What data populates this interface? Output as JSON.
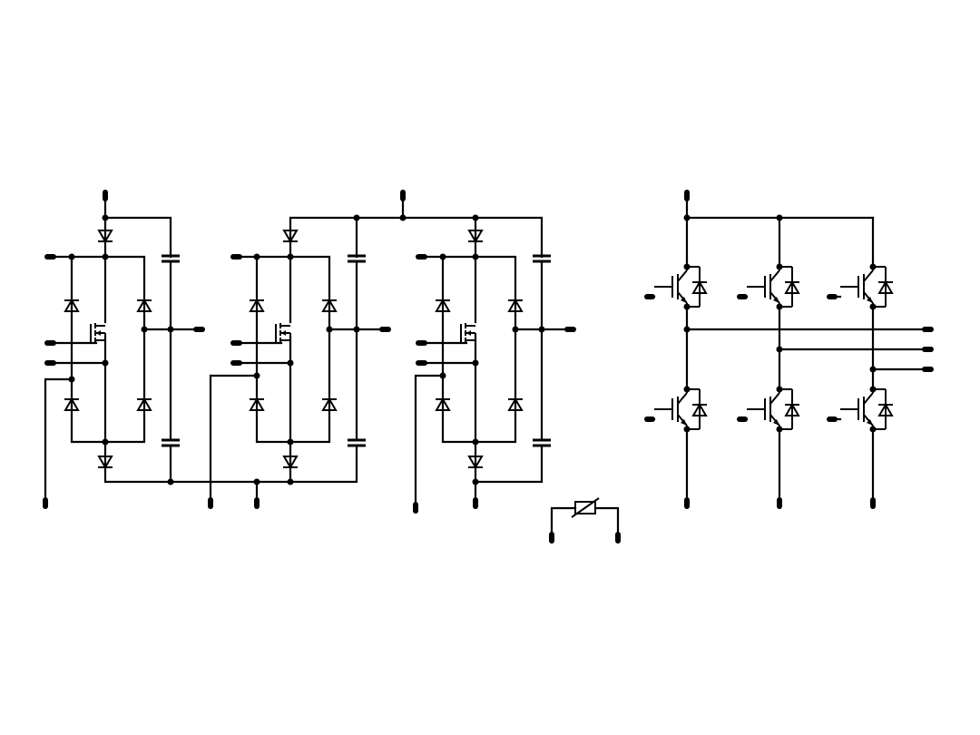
{
  "diagram": {
    "kind": "power-module-schematic",
    "line_color": "#000000",
    "background": "#ffffff",
    "blocks": [
      {
        "name": "switched-rectifier-1",
        "components": [
          "mosfet",
          "diode",
          "diode",
          "diode",
          "diode",
          "diode",
          "diode",
          "capacitor",
          "capacitor"
        ]
      },
      {
        "name": "switched-rectifier-2",
        "components": [
          "mosfet",
          "diode",
          "diode",
          "diode",
          "diode",
          "diode",
          "diode",
          "capacitor",
          "capacitor"
        ]
      },
      {
        "name": "switched-rectifier-3",
        "components": [
          "mosfet",
          "diode",
          "diode",
          "diode",
          "diode",
          "diode",
          "diode",
          "capacitor",
          "capacitor"
        ]
      },
      {
        "name": "ntc-thermistor",
        "components": [
          "thermistor"
        ]
      },
      {
        "name": "three-phase-inverter",
        "components": [
          "igbt-high-u",
          "igbt-high-v",
          "igbt-high-w",
          "igbt-low-u",
          "igbt-low-v",
          "igbt-low-w"
        ]
      }
    ]
  }
}
